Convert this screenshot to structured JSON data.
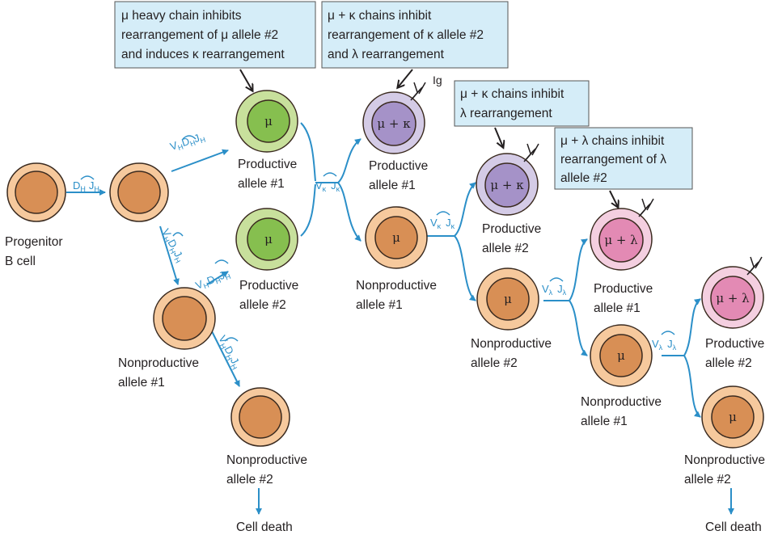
{
  "colors": {
    "arrow_blue": "#2b8fc8",
    "box_fill": "#d5edf8",
    "green_outer": "#c8e09c",
    "green_inner": "#86bf4f",
    "purple_outer": "#d4cbe6",
    "purple_inner": "#a592c8",
    "pink_outer": "#f4cfe0",
    "pink_inner": "#e38ab4",
    "orange_outer": "#f6c99d",
    "orange_inner": "#d88f55"
  },
  "boxes": {
    "box1": [
      "μ heavy chain inhibits",
      "rearrangement of μ allele #2",
      "and induces κ rearrangement"
    ],
    "box2": [
      "μ + κ chains inhibit",
      "rearrangement of κ allele #2",
      "and λ rearrangement"
    ],
    "box3": [
      "μ + κ chains inhibit",
      "λ rearrangement"
    ],
    "box4": [
      "μ + λ chains inhibit",
      "rearrangement of λ",
      "allele #2"
    ]
  },
  "cells": {
    "mu": "μ",
    "mu_kappa": "μ + κ",
    "mu_lambda": "μ + λ",
    "ig": "Ig"
  },
  "labels": {
    "progenitor": [
      "Progenitor",
      "B cell"
    ],
    "productive_1": [
      "Productive",
      "allele #1"
    ],
    "productive_2": [
      "Productive",
      "allele #2"
    ],
    "nonproductive_1": [
      "Nonproductive",
      "allele #1"
    ],
    "nonproductive_2": [
      "Nonproductive",
      "allele #2"
    ],
    "cell_death": "Cell death"
  },
  "genes": {
    "D": "D",
    "J": "J",
    "V": "V",
    "H": "H",
    "kappa": "κ",
    "lambda": "λ"
  }
}
